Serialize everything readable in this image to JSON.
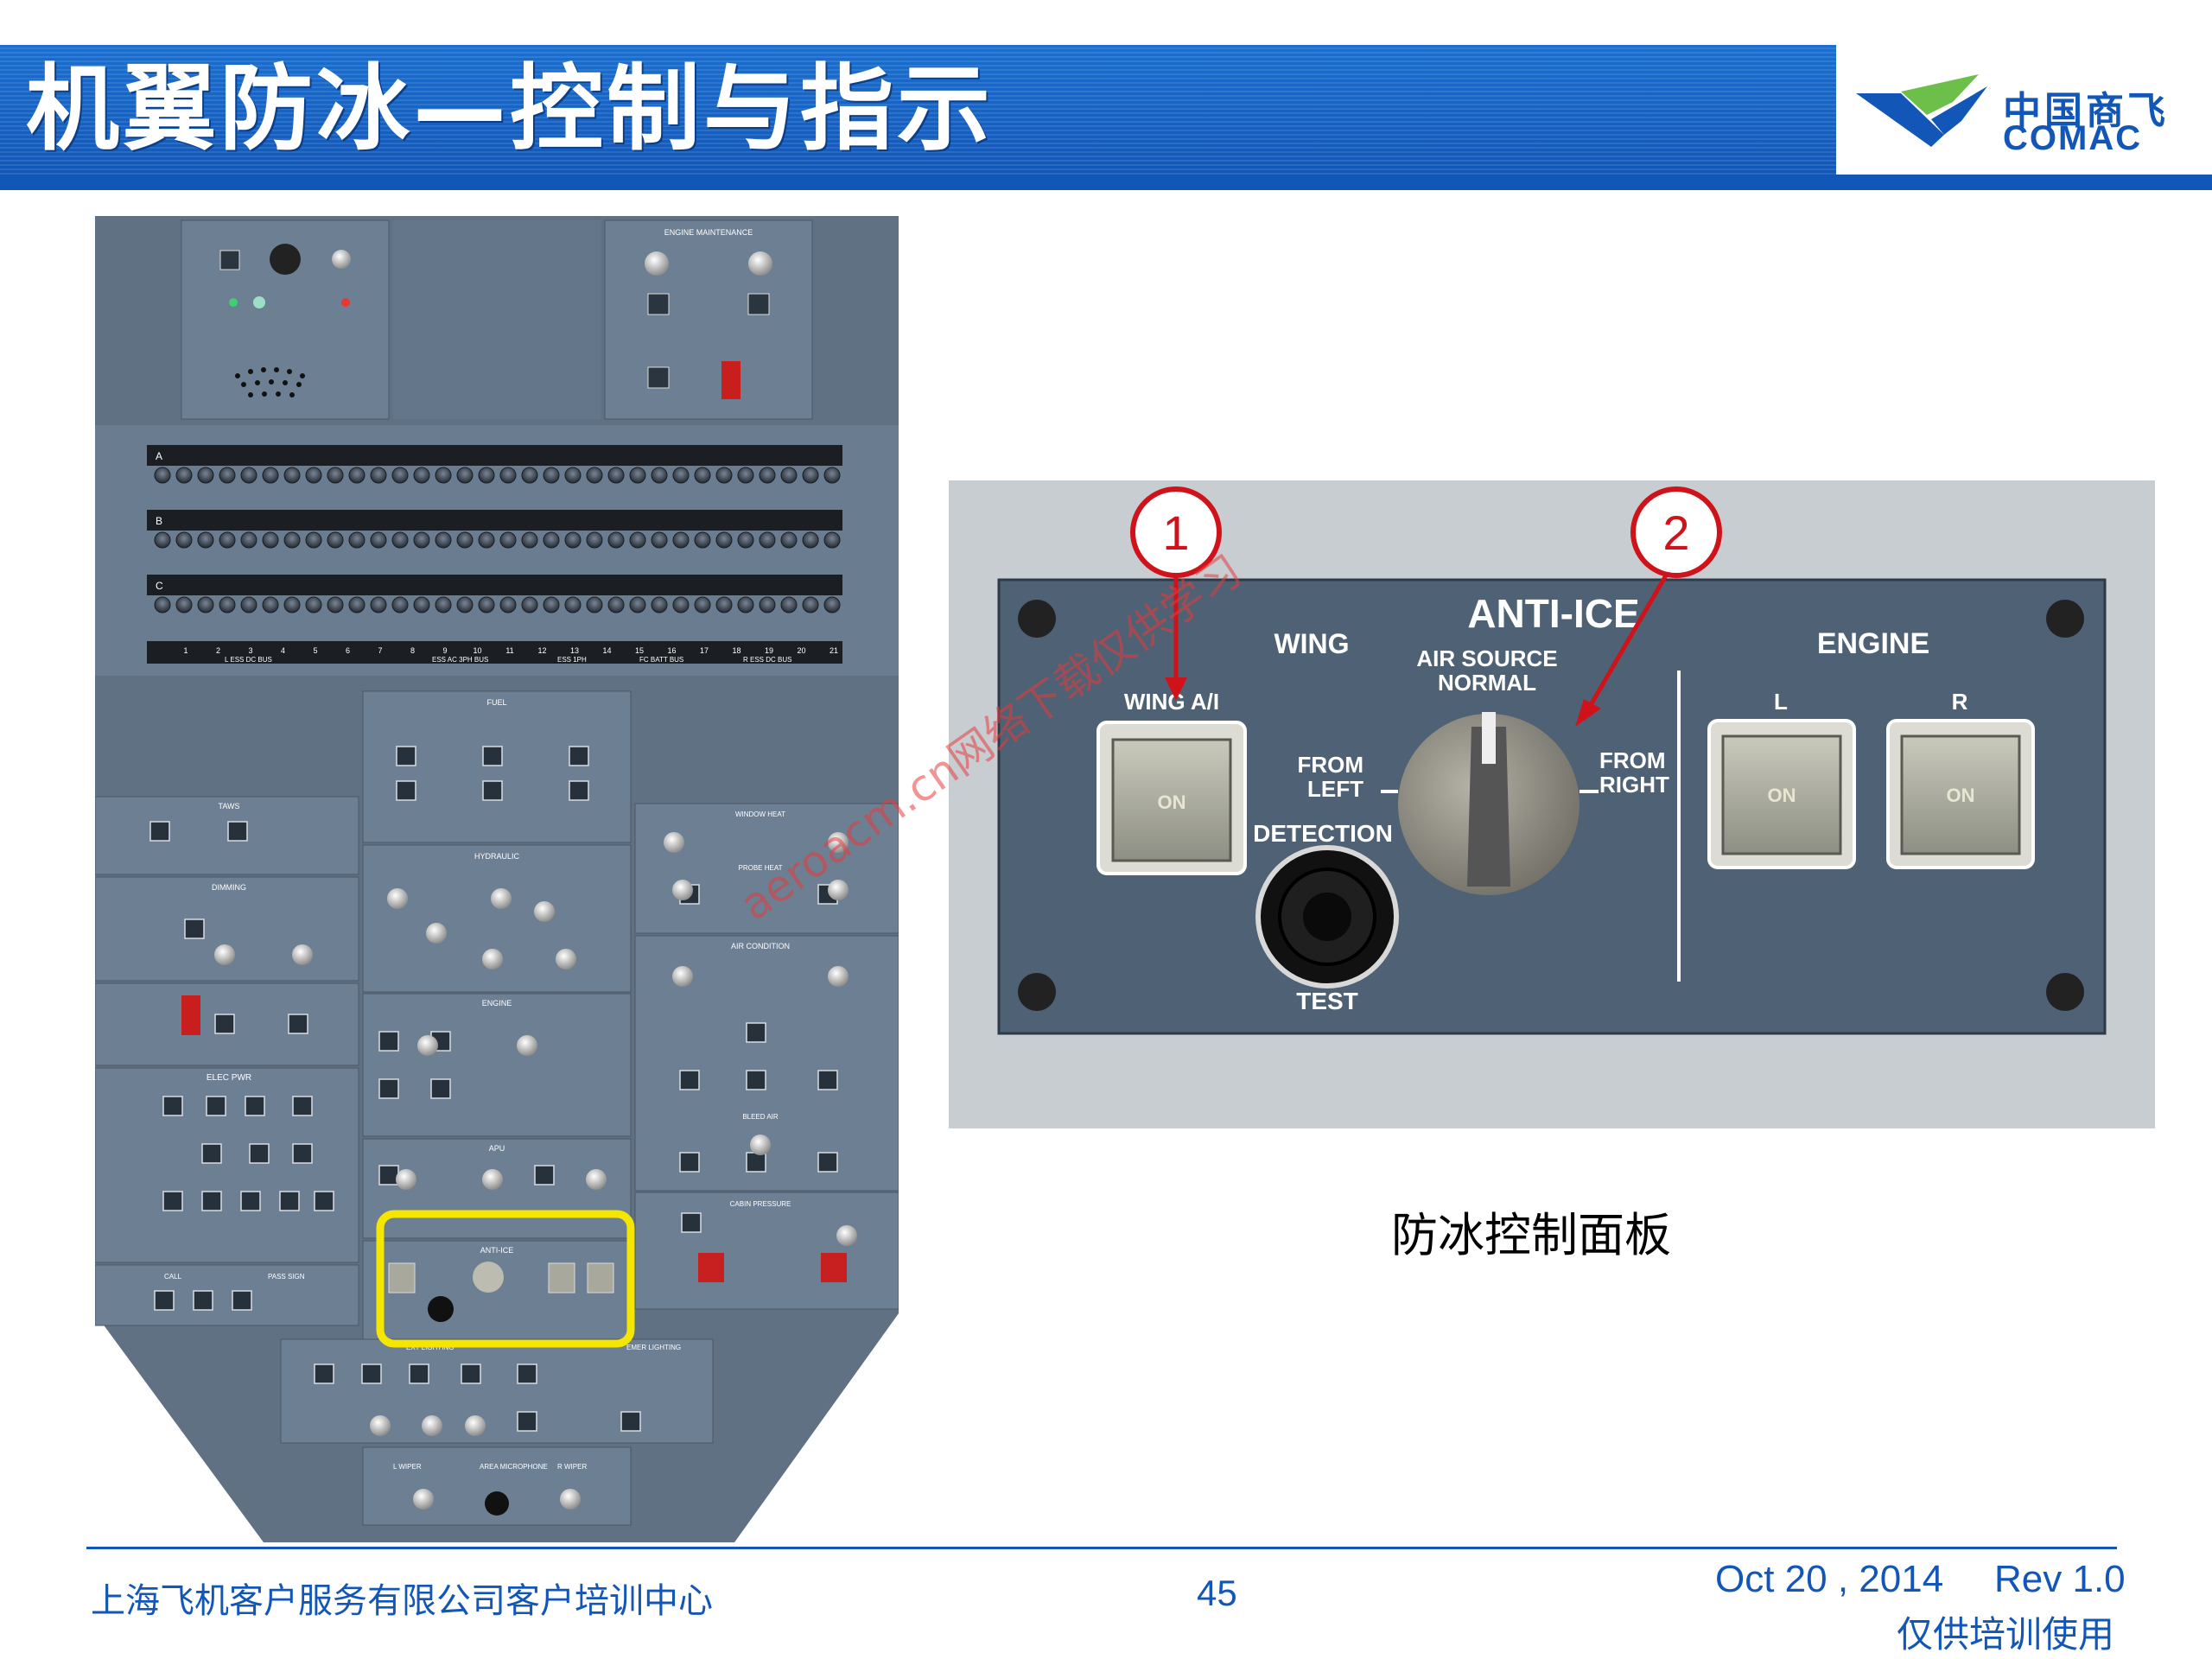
{
  "header": {
    "title": "机翼防冰—控制与指示",
    "logo": {
      "cn": "中国商飞",
      "en": "COMAC",
      "icon": "comac-wing-logo-icon"
    },
    "colors": {
      "bar": "#1257b8",
      "text": "#ffffff"
    }
  },
  "overhead": {
    "cb_rows": [
      "A",
      "B",
      "C"
    ],
    "bus_numbers": [
      "1",
      "2",
      "3",
      "4",
      "5",
      "6",
      "7",
      "8",
      "9",
      "10",
      "11",
      "12",
      "13",
      "14",
      "15",
      "16",
      "17",
      "18",
      "19",
      "20",
      "21"
    ],
    "bus_labels": [
      "L ESS DC BUS",
      "ESS AC 3PH BUS",
      "ESS 1PH",
      "FC BATT BUS",
      "R ESS DC BUS"
    ],
    "sections": {
      "taws": "TAWS",
      "dimming": "DIMMING",
      "elec_pwr": "ELEC PWR",
      "fuel": "FUEL",
      "hydraulic": "HYDRAULIC",
      "engine": "ENGINE",
      "apu": "APU",
      "anti_ice": "ANTI-ICE",
      "window_heat": "WINDOW HEAT",
      "probe_heat": "PROBE HEAT",
      "air_condition": "AIR CONDITION",
      "bleed_air": "BLEED AIR",
      "cabin_pressure": "CABIN PRESSURE",
      "ext_lighting": "EXT LIGHTING",
      "emer_lighting": "EMER LIGHTING",
      "engine_maintenance": "ENGINE MAINTENANCE",
      "call": "CALL",
      "pass_sign": "PASS SIGN",
      "area_microphone": "AREA MICROPHONE",
      "l_wiper": "L WIPER",
      "r_wiper": "R WIPER"
    },
    "highlight_color": "#f5e600"
  },
  "zoom_panel": {
    "title": "ANTI-ICE",
    "wing_label": "WING",
    "wing_ai_label": "WING A/I",
    "on_label": "ON",
    "air_source_label": "AIR SOURCE",
    "normal_label": "NORMAL",
    "from_left_label": "FROM LEFT",
    "from_right_label": "FROM RIGHT",
    "detection_label": "DETECTION",
    "test_label": "TEST",
    "engine_label": "ENGINE",
    "engine_l": "L",
    "engine_r": "R",
    "callout_1": "1",
    "callout_2": "2",
    "callout_color": "#d0121b",
    "watermark": "aeroacm.cn网络下载仅供学习"
  },
  "caption": "防冰控制面板",
  "footer": {
    "org": "上海飞机客户服务有限公司客户培训中心",
    "page": "45",
    "date": "Oct 20 , 2014",
    "rev": "Rev 1.0",
    "note": "仅供培训使用"
  }
}
